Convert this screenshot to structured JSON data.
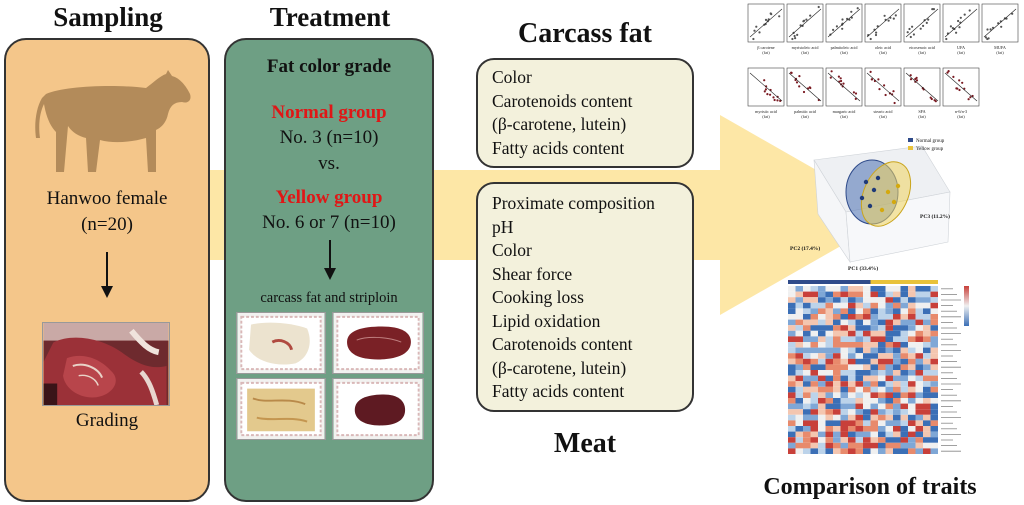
{
  "headers": {
    "sampling": "Sampling",
    "treatment": "Treatment",
    "carcass_fat": "Carcass fat",
    "meat": "Meat",
    "comparison": "Comparison  of traits"
  },
  "sampling": {
    "animal": "Hanwoo female",
    "count": "(n=20)",
    "grading": "Grading"
  },
  "treatment": {
    "title": "Fat color grade",
    "normal_label": "Normal group",
    "normal_detail": "No. 3 (n=10)",
    "vs": "vs.",
    "yellow_label": "Yellow group",
    "yellow_detail": "No. 6 or 7 (n=10)",
    "samples": "carcass fat and striploin"
  },
  "carcass_fat_items": [
    "Color",
    "Carotenoids content",
    "(β-carotene, lutein)",
    "Fatty acids content"
  ],
  "meat_items": [
    "Proximate composition",
    "pH",
    "Color",
    "Shear force",
    "Cooking loss",
    "Lipid oxidation",
    "Carotenoids content",
    "(β-carotene, lutein)",
    "Fatty acids content"
  ],
  "pca": {
    "legend_normal": "Normal group",
    "legend_yellow": "Yellow group",
    "pc1": "PC1 (33.4%)",
    "pc2": "PC2 (17.4%)",
    "pc3": "PC3 (11.2%)"
  },
  "correlation_top_labels": [
    "β carotene\n(fat)",
    "myristoleic acid\n(fat)",
    "palmitoleic acid\n(fat)",
    "oleic acid\n(fat)",
    "eicosenoic acid\n(fat)",
    "UFA\n(fat)",
    "MUFA\n(fat)"
  ],
  "correlation_bottom_labels": [
    "myristic acid\n(fat)",
    "palmitic acid\n(fat)",
    "margaric acid\n(fat)",
    "stearic acid\n(fat)",
    "SFA\n(fat)",
    "n-6/n-3\n(fat)"
  ],
  "colors": {
    "sampling_bg": "#f4c68a",
    "treatment_bg": "#6e9f84",
    "box_bg": "#f3f1dc",
    "arrow": "#fde7a6",
    "group_red": "#e01616",
    "normal_blue": "#2f4b8a",
    "yellow_group": "#e8c23a"
  }
}
